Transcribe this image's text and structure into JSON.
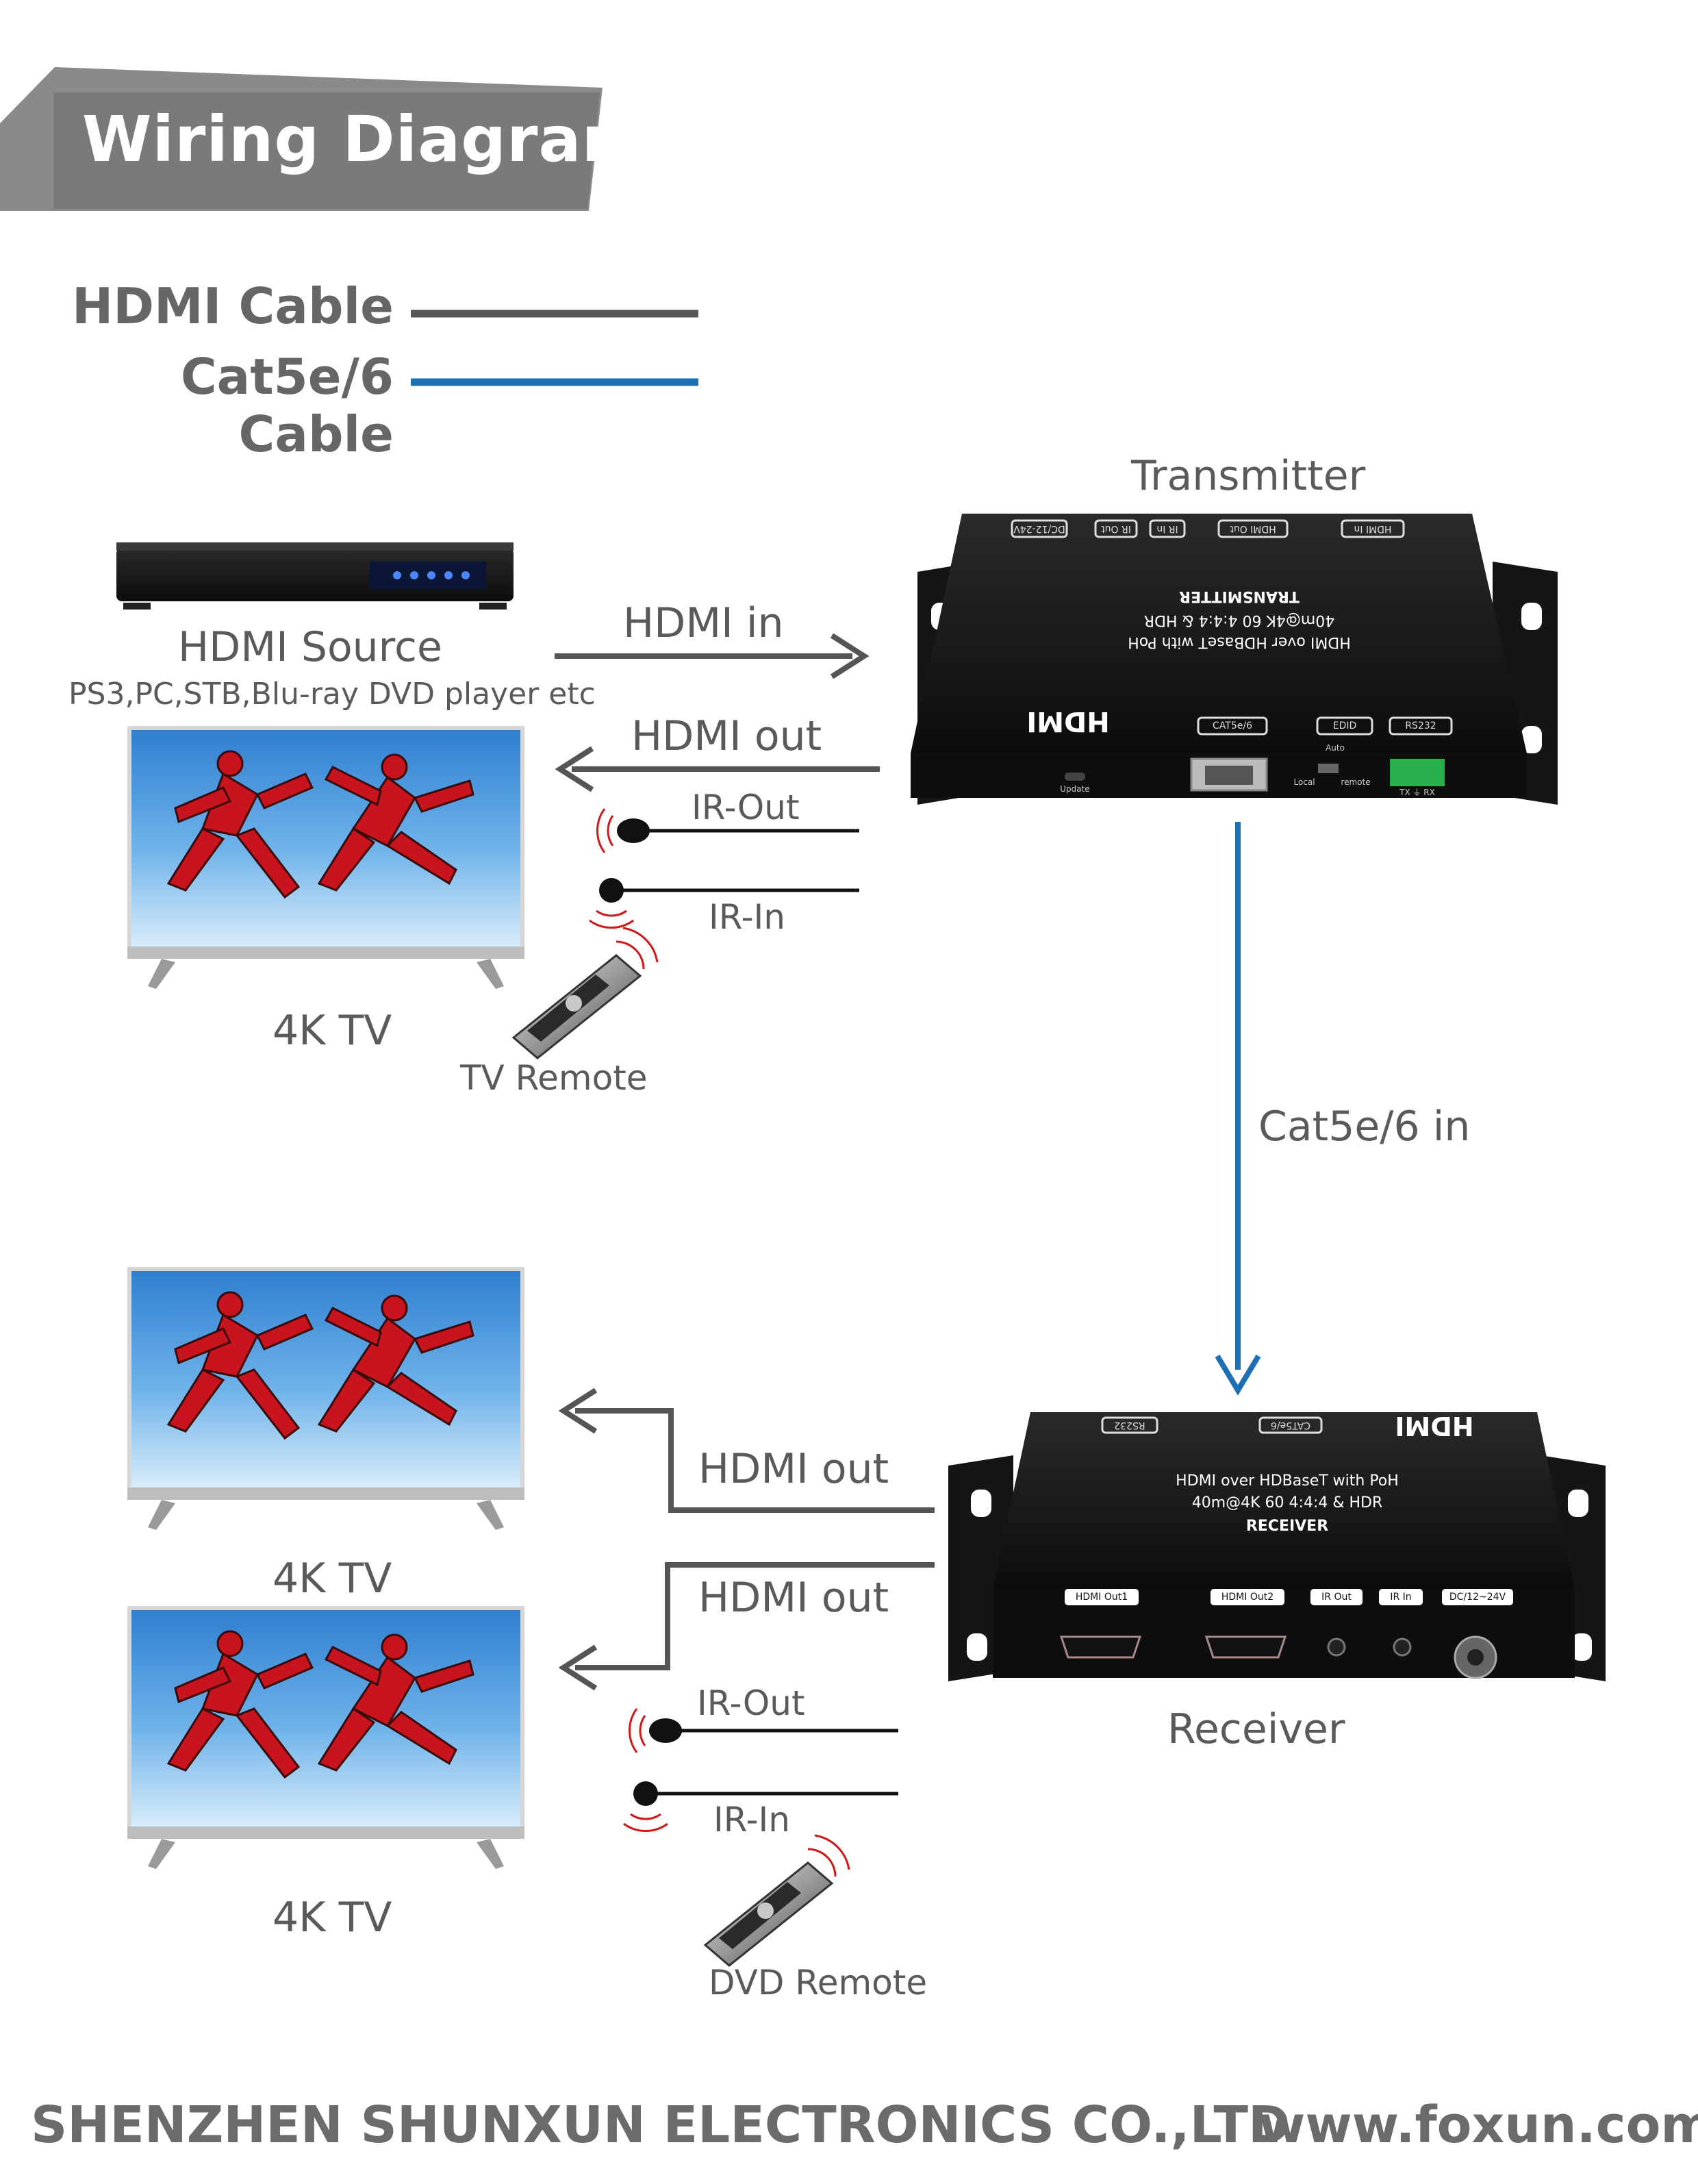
{
  "title": "Wiring Diagram",
  "legend": {
    "hdmi_label": "HDMI Cable",
    "cat_label": "Cat5e/6 Cable",
    "hdmi_color": "#555555",
    "cat_color": "#1f6fb5"
  },
  "transmitter": {
    "label": "Transmitter",
    "top_ports": [
      "DC/12-24V",
      "IR Out",
      "IR In",
      "HDMI Out",
      "HDMI In"
    ],
    "front_text": [
      "HDMI over HDBaseT with PoH",
      "40m@4K 60 4:4:4 & HDR",
      "TRANSMITTER"
    ],
    "logo": "HDMI",
    "ports": [
      "CAT5e/6",
      "EDID",
      "RS232"
    ],
    "switch_top": "Auto",
    "switch_left": "Local",
    "switch_right": "remote",
    "update_label": "Update",
    "terminal_label": "TX ⏚ RX"
  },
  "receiver": {
    "label": "Receiver",
    "top_ports": [
      "RS232",
      "CAT5e/6"
    ],
    "logo": "HDMI",
    "front_text": [
      "HDMI over HDBaseT with PoH",
      "40m@4K 60 4:4:4 & HDR",
      "RECEIVER"
    ],
    "ports": [
      "HDMI Out1",
      "HDMI Out2",
      "IR Out",
      "IR In",
      "DC/12~24V"
    ]
  },
  "source": {
    "label": "HDMI Source",
    "sublabel": "PS3,PC,STB,Blu-ray DVD player etc"
  },
  "connections": {
    "hdmi_in": "HDMI in",
    "hdmi_out_tx": "HDMI out",
    "ir_out_tx": "IR-Out",
    "ir_in_tx": "IR-In",
    "cat_in": "Cat5e/6 in",
    "hdmi_out_rx1": "HDMI out",
    "hdmi_out_rx2": "HDMI out",
    "ir_out_rx": "IR-Out",
    "ir_in_rx": "IR-In"
  },
  "tv_label_1": "4K TV",
  "tv_label_2": "4K TV",
  "tv_label_3": "4K TV",
  "tv_remote": "TV Remote",
  "dvd_remote": "DVD Remote",
  "footer": {
    "company": "SHENZHEN SHUNXUN ELECTRONICS CO.,LTD",
    "website": "www.foxun.com"
  }
}
